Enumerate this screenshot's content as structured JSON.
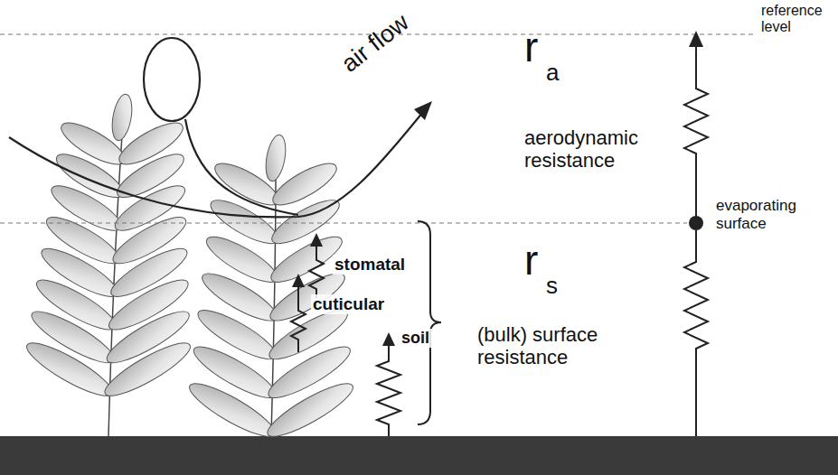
{
  "diagram": {
    "labels": [
      "reference level",
      "air flow",
      "r",
      "a",
      "aerodynamic resistance",
      "evaporating surface",
      "stomatal",
      "cuticular",
      "soil",
      "r",
      "s",
      "(bulk) surface resistance"
    ]
  }
}
